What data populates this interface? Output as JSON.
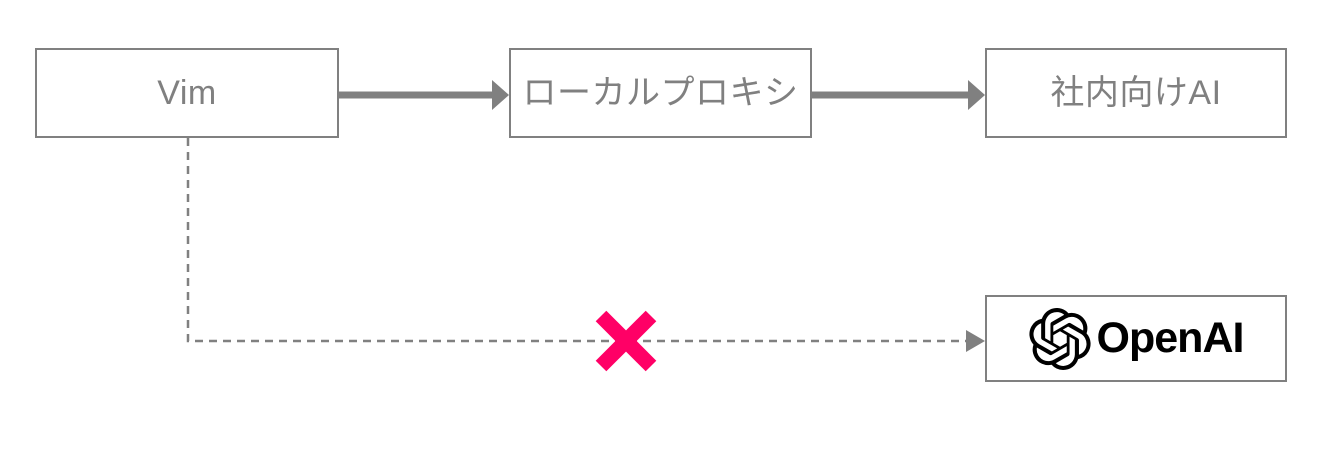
{
  "diagram": {
    "title": "Vim to internal AI via local proxy",
    "background_color": "#ffffff",
    "node_border_color": "#808080",
    "node_text_color": "#808080",
    "edge_color": "#808080",
    "blocked_mark_color": "#ff0066",
    "logo_color": "#000000"
  },
  "nodes": {
    "vim": {
      "label": "Vim"
    },
    "proxy": {
      "label": "ローカルプロキシ"
    },
    "internal_ai": {
      "label": "社内向けAI"
    },
    "openai": {
      "label": "OpenAI",
      "logo": "openai-blossom-logo"
    }
  },
  "edges": {
    "vim_to_proxy": {
      "style": "solid",
      "arrow": "filled-triangle"
    },
    "proxy_to_internal_ai": {
      "style": "solid",
      "arrow": "filled-triangle"
    },
    "vim_to_openai": {
      "style": "dashed",
      "arrow": "filled-triangle",
      "blocked": true,
      "blocked_symbol": "×"
    }
  }
}
